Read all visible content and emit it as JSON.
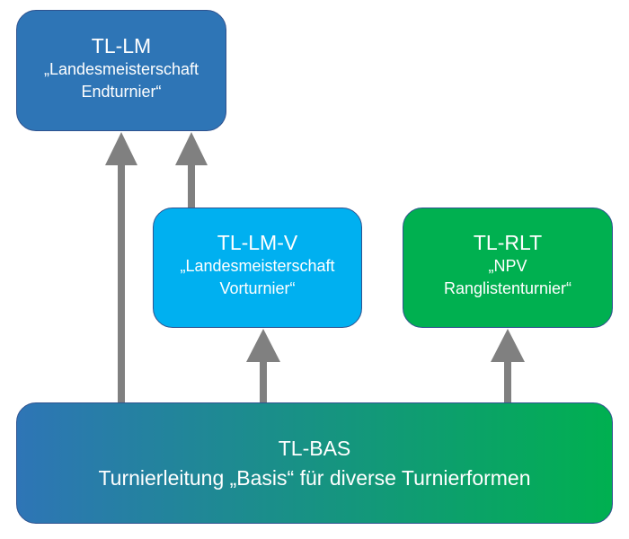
{
  "colors": {
    "lm": "#2e75b6",
    "lmv": "#00b0f0",
    "rlt": "#00b050",
    "bas_start": "#2e75b6",
    "bas_end": "#00b050",
    "border": "#2f528f",
    "arrow": "#808080"
  },
  "nodes": {
    "lm": {
      "title": "TL-LM",
      "line1": "„Landesmeisterschaft",
      "line2": "Endturnier“"
    },
    "lmv": {
      "title": "TL-LM-V",
      "line1": "„Landesmeisterschaft",
      "line2": "Vorturnier“"
    },
    "rlt": {
      "title": "TL-RLT",
      "line1": "„NPV",
      "line2": "Ranglistenturnier“"
    },
    "bas": {
      "title": "TL-BAS",
      "line1": "Turnierleitung „Basis“ für diverse Turnierformen"
    }
  },
  "edges": [
    {
      "from": "bas",
      "to": "lm"
    },
    {
      "from": "lmv",
      "to": "lm"
    },
    {
      "from": "bas",
      "to": "lmv"
    },
    {
      "from": "bas",
      "to": "rlt"
    }
  ]
}
